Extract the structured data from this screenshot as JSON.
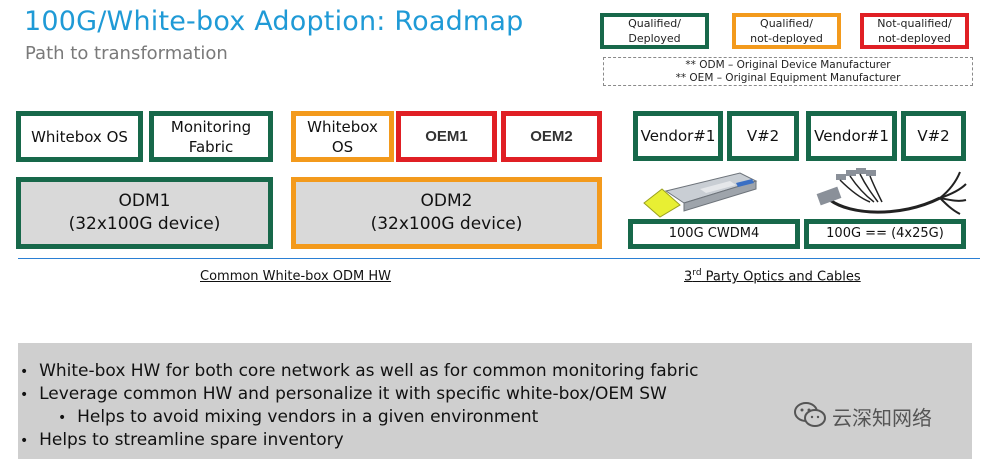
{
  "header": {
    "title": "100G/White-box Adoption: Roadmap",
    "subtitle": "Path to transformation"
  },
  "legend": {
    "qualified_deployed": [
      "Qualified/",
      "Deployed"
    ],
    "qualified_not_deployed": [
      "Qualified/",
      "not-deployed"
    ],
    "not_qualified_not_deployed": [
      "Not-qualified/",
      "not-deployed"
    ],
    "abbrev": [
      "** ODM – Original Device Manufacturer",
      "** OEM – Original Equipment Manufacturer"
    ]
  },
  "colors": {
    "qualified_deployed": "#17684a",
    "qualified_not_deployed": "#f39a1c",
    "not_qualified_not_deployed": "#e01f24",
    "hardware_fill": "#d9d9d9"
  },
  "diagram": {
    "whitebox_os_1": "Whitebox OS",
    "monitoring_fabric": [
      "Monitoring",
      "Fabric"
    ],
    "whitebox_os_2": [
      "Whitebox",
      "OS"
    ],
    "oem1": "OEM1",
    "oem2": "OEM2",
    "odm1": [
      "ODM1",
      "(32x100G device)"
    ],
    "odm2": [
      "ODM2",
      "(32x100G device)"
    ],
    "vendor1_a": "Vendor#1",
    "v2_a": "V#2",
    "vendor1_b": "Vendor#1",
    "v2_b": "V#2",
    "optic_label": "100G CWDM4",
    "cable_label": "100G == (4x25G)"
  },
  "captions": {
    "odm_hw": "Common White-box ODM HW",
    "optics_sup": "rd",
    "optics_pre": "3",
    "optics_rest": " Party Optics and Cables"
  },
  "bullets": [
    "White-box HW for both core network as well as for common monitoring fabric",
    "Leverage common HW and personalize it with specific white-box/OEM SW",
    "Helps to avoid mixing vendors in a given environment",
    "Helps to streamline spare inventory"
  ],
  "watermark": {
    "text": "云深知网络",
    "icon": "wechat-icon"
  }
}
